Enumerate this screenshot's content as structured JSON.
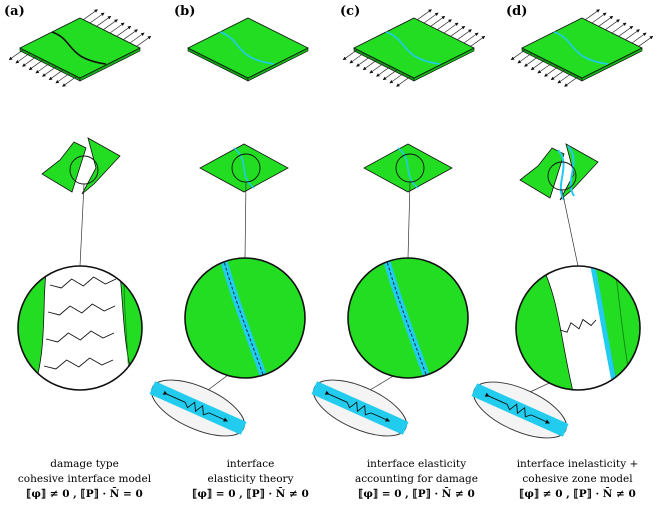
{
  "panels": [
    {
      "label": "(a)",
      "caption": [
        "damage type",
        "cohesive interface model"
      ],
      "formula": "⟦φ⟧ ≠ 0 ,  ⟦P⟧ · N̄ = 0"
    },
    {
      "label": "(b)",
      "caption": [
        "interface",
        "elasticity theory"
      ],
      "formula": "⟦φ⟧ = 0 ,  ⟦P⟧ · N̄ ≠ 0"
    },
    {
      "label": "(c)",
      "caption": [
        "interface elasticity",
        "accounting for damage"
      ],
      "formula": "⟦φ⟧ = 0 ,  ⟦P⟧ · N̄ ≠ 0"
    },
    {
      "label": "(d)",
      "caption": [
        "interface inelasticity +",
        "cohesive zone model"
      ],
      "formula": "⟦φ⟧ ≠ 0 ,  ⟦P⟧ · N̄ ≠ 0"
    }
  ],
  "colors": {
    "plate": "#22dd22",
    "interface": "#22ccee",
    "outline": "#111111",
    "lens_fill": "#ffffff",
    "ellipse_bg": "#f4f4f4"
  }
}
